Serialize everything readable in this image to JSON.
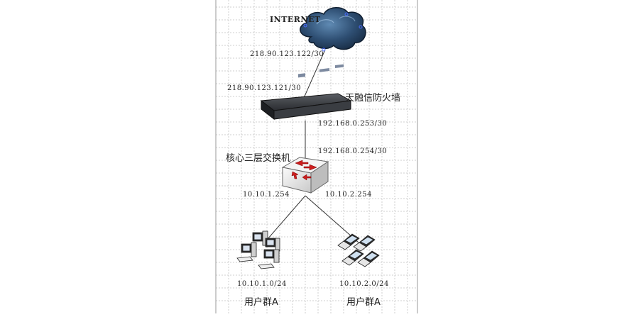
{
  "nodes": {
    "internet": {
      "label": "INTERNET"
    },
    "firewall": {
      "label": "天融信防火墙"
    },
    "core_switch": {
      "label": "核心三层交换机"
    },
    "group_a": {
      "label": "用户群A"
    },
    "group_b": {
      "label": "用户群A"
    }
  },
  "addresses": {
    "internet_side": "218.90.123.122/30",
    "firewall_wan": "218.90.123.121/30",
    "firewall_lan": "192.168.0.253/30",
    "switch_uplink": "192.168.0.254/30",
    "switch_vlan1": "10.10.1.254",
    "switch_vlan2": "10.10.2.254",
    "subnet_a": "10.10.1.0/24",
    "subnet_b": "10.10.2.0/24"
  },
  "icons": [
    "cloud-icon",
    "firewall-appliance-icon",
    "layer3-switch-icon",
    "computer-cluster-icon",
    "laptop-cluster-icon"
  ]
}
